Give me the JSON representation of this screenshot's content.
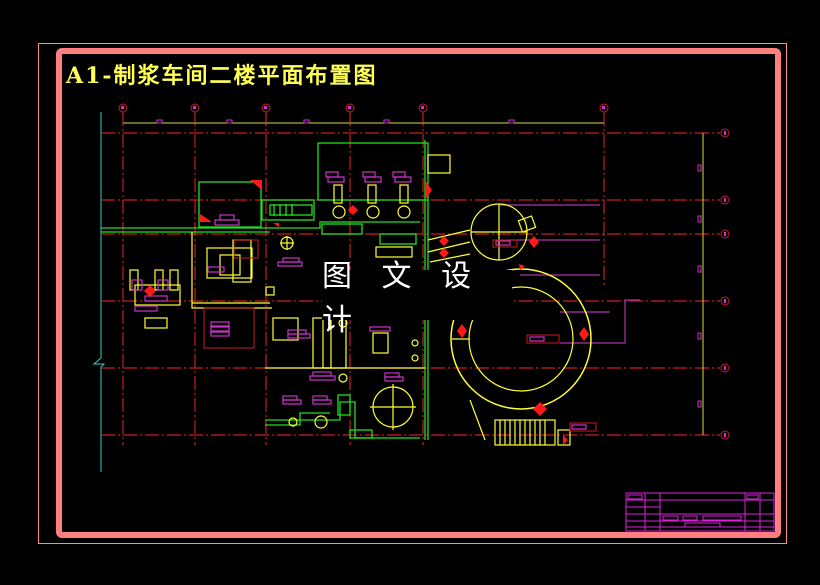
{
  "drawing": {
    "title": "A1-制浆车间二楼平面布置图",
    "watermark": "图 文 设 计",
    "colors": {
      "background": "#000000",
      "frame": "#ff7f7f",
      "axis": "#c81e1e",
      "equipment": "#ffff33",
      "walls": "#22dd22",
      "labels": "#cc33cc",
      "markers": "#ff1a1a",
      "boundary": "#33cccc",
      "title_text": "#ffff55"
    },
    "top_axis_bubbles_x": [
      123,
      195,
      266,
      350,
      423,
      604
    ],
    "right_axis_bubbles_y": [
      133,
      200,
      234,
      301,
      368,
      435
    ],
    "title_block": {
      "rows": 6,
      "position": "bottom-right"
    }
  }
}
